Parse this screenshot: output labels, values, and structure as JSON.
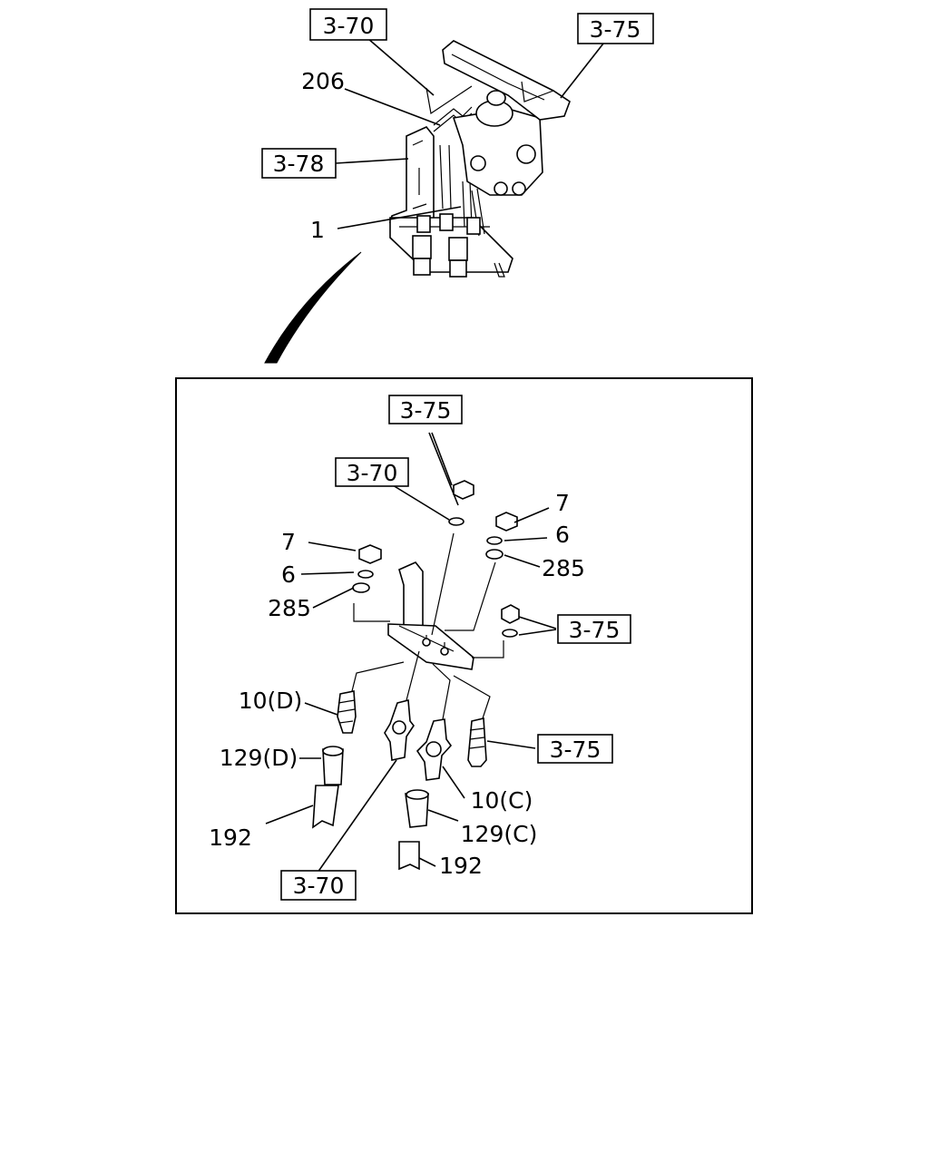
{
  "refs": {
    "top_3_70": "3-70",
    "top_3_75": "3-75",
    "top_3_78": "3-78",
    "in_3_75_top": "3-75",
    "in_3_70_top": "3-70",
    "in_3_75_right": "3-75",
    "in_3_75_mid": "3-75",
    "in_3_70_bottom": "3-70"
  },
  "labels": {
    "part_206": "206",
    "part_1": "1",
    "left_7": "7",
    "left_6": "6",
    "left_285": "285",
    "right_7": "7",
    "right_6": "6",
    "right_285": "285",
    "part_10d": "10(D)",
    "part_129d": "129(D)",
    "left_192": "192",
    "part_10c": "10(C)",
    "part_129c": "129(C)",
    "right_192": "192"
  }
}
